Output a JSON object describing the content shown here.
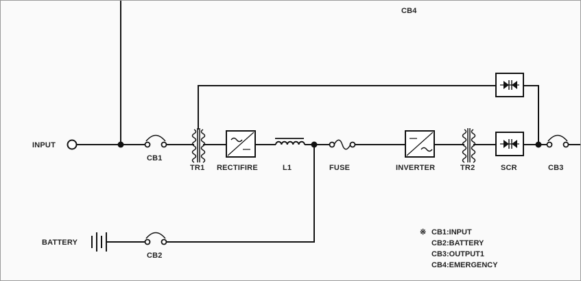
{
  "labels": {
    "input": "INPUT",
    "battery": "BATTERY",
    "cb1": "CB1",
    "cb2": "CB2",
    "cb3": "CB3",
    "cb4": "CB4",
    "tr1": "TR1",
    "tr2": "TR2",
    "rectifier": "RECTIFIRE",
    "l1": "L1",
    "fuse": "FUSE",
    "inverter": "INVERTER",
    "scr": "SCR"
  },
  "legend": {
    "mark": "※",
    "items": [
      "CB1:INPUT",
      "CB2:BATTERY",
      "CB3:OUTPUT1",
      "CB4:EMERGENCY"
    ]
  },
  "colors": {
    "line": "#111111",
    "background": "#fafafa",
    "border": "#9a9a9a"
  }
}
